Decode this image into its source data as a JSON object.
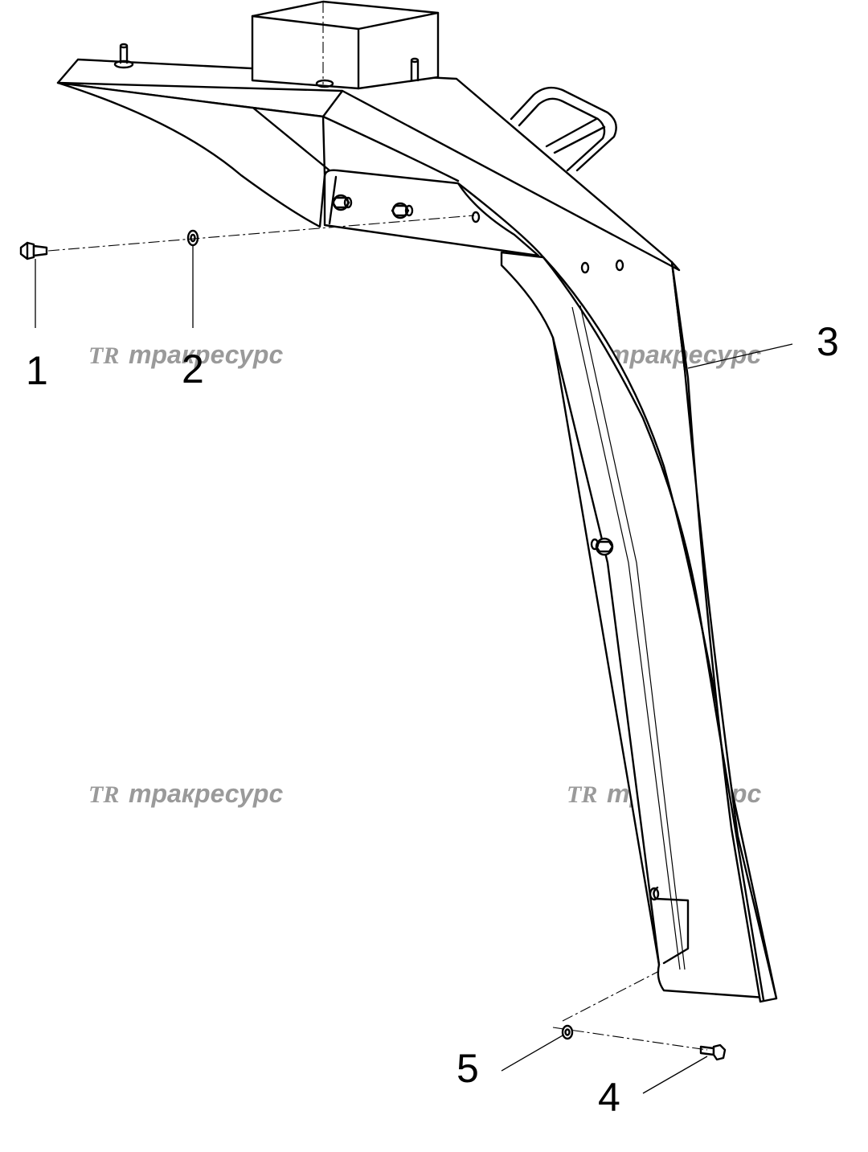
{
  "diagram": {
    "part_labels": [
      {
        "id": "1",
        "text": "1"
      },
      {
        "id": "2",
        "text": "2"
      },
      {
        "id": "3",
        "text": "3"
      },
      {
        "id": "4",
        "text": "4"
      },
      {
        "id": "5",
        "text": "5"
      }
    ],
    "watermark": {
      "logo": "TR",
      "text": "тракресурс"
    }
  }
}
